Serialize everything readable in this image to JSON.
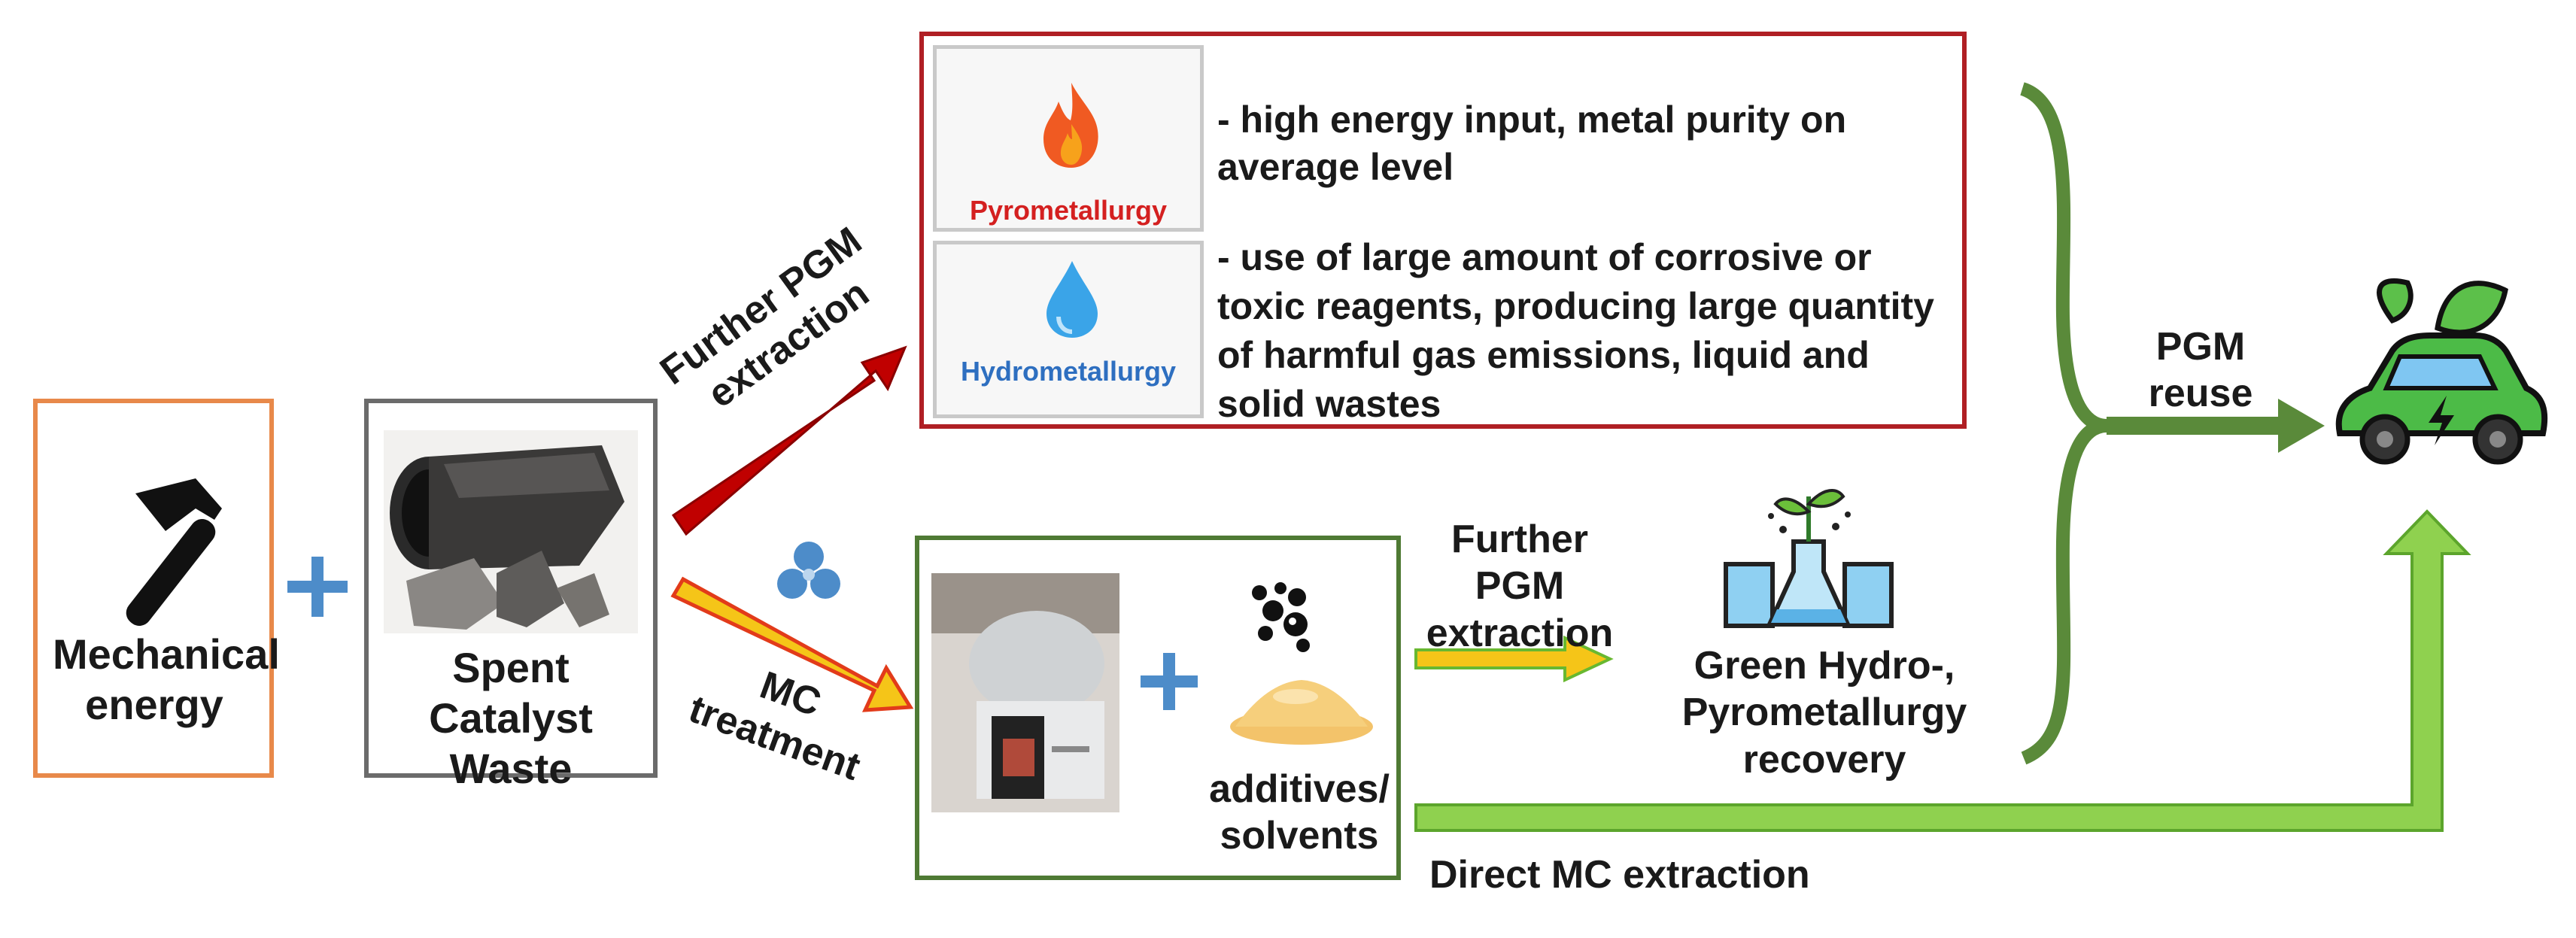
{
  "mechanical": {
    "label": "Mechanical energy"
  },
  "spent": {
    "label": "Spent Catalyst Waste"
  },
  "upper_arrow_label": "Further PGM extraction",
  "lower_arrow_label": "MC treatment",
  "pyro": {
    "label": "Pyrometallurgy",
    "desc": "- high energy input, metal purity on average level"
  },
  "hydro": {
    "label": "Hydrometallurgy",
    "desc": "- use of large amount of corrosive or toxic reagents, producing large quantity of harmful gas emissions, liquid and solid wastes"
  },
  "additives_label": "additives/ solvents",
  "further_right_label": "Further PGM extraction",
  "green_recovery_label": "Green Hydro-, Pyrometallurgy recovery",
  "pgm_reuse_label": "PGM reuse",
  "direct_mc_label": "Direct MC extraction",
  "colors": {
    "orange_box": "#e8894a",
    "gray_box": "#6b6b6b",
    "red_box": "#b01f24",
    "green_box": "#4f7a34",
    "red_arrow": "#c00000",
    "yellow_arrow": "#f5c518",
    "light_green_arrow": "#8fd14f",
    "dark_green": "#5a8a3a",
    "plus": "#4d8cc9",
    "pyro_text": "#d42020",
    "hydro_text": "#2e6fc0"
  }
}
